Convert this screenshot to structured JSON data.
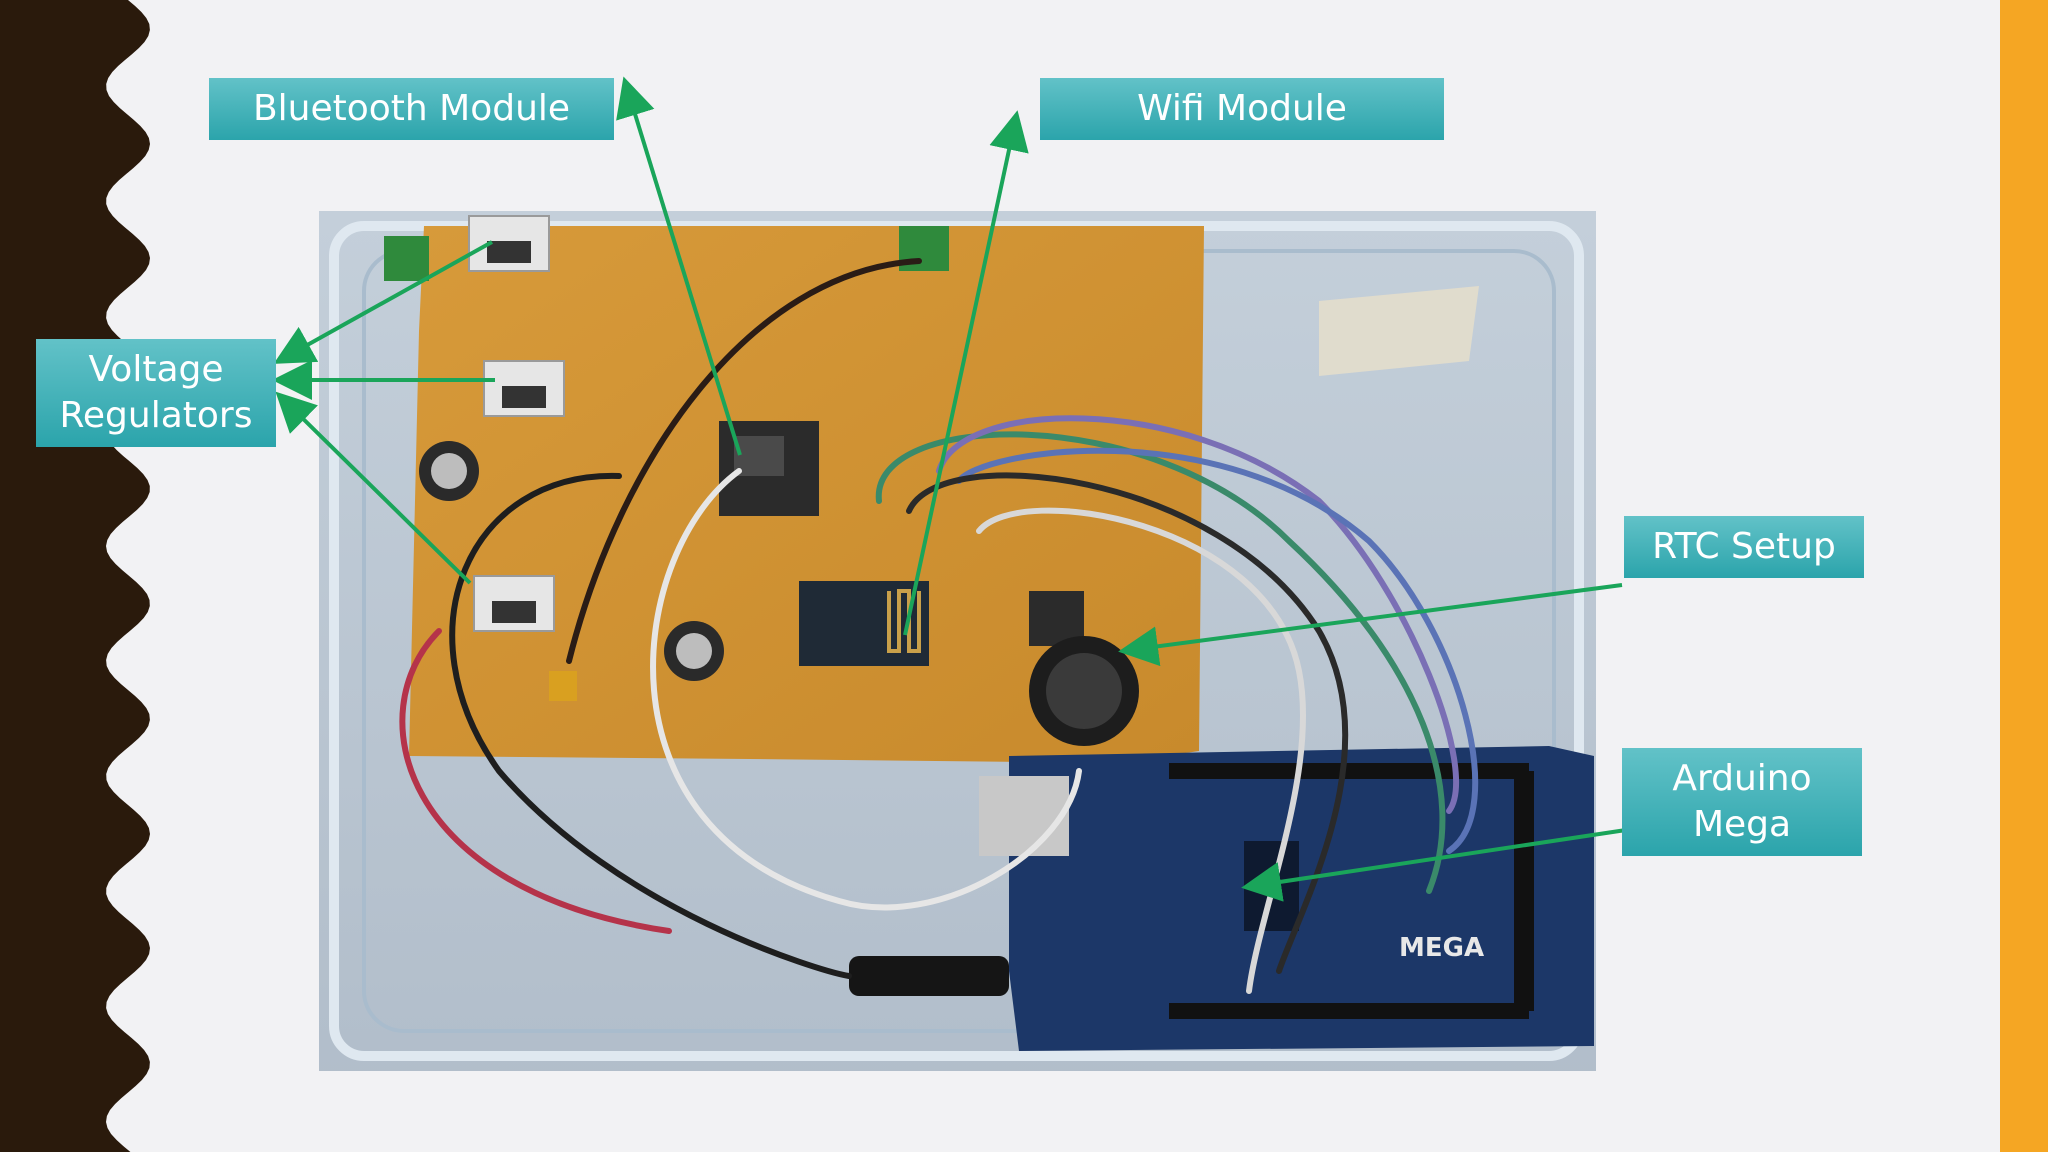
{
  "slide": {
    "left_decoration_color": "#2a1a0c",
    "right_accent_color": "#f5a623",
    "label_color": "#2ba4ab"
  },
  "photo": {
    "subject": "circuit-board-assembly-photo"
  },
  "labels": {
    "bluetooth": "Bluetooth Module",
    "wifi": "Wifi Module",
    "voltage_line1": "Voltage",
    "voltage_line2": "Regulators",
    "rtc": "RTC Setup",
    "arduino_line1": "Arduino",
    "arduino_line2": "Mega"
  }
}
